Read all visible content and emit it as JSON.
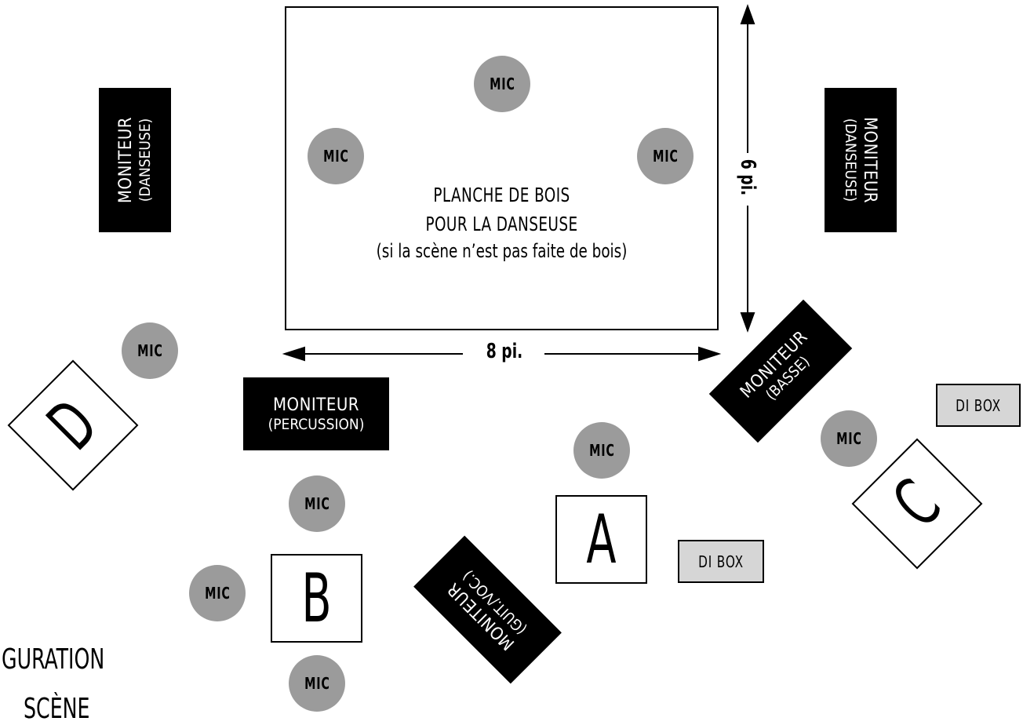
{
  "stage": {
    "title_line1": "PLANCHE DE BOIS",
    "title_line2": "POUR LA DANSEUSE",
    "subtitle": "(si la scène n’est pas faite de bois)"
  },
  "dimensions": {
    "width_label": "8 pi.",
    "depth_label": "6 pi."
  },
  "mic_label": "MIC",
  "monitors": {
    "left_dancer": {
      "main": "MONITEUR",
      "sub": "(DANSEUSE)"
    },
    "right_dancer": {
      "main": "MONITEUR",
      "sub": "(DANSEUSE)"
    },
    "bass": {
      "main": "MONITEUR",
      "sub": "(BASSE)"
    },
    "percussion": {
      "main": "MONITEUR",
      "sub": "(PERCUSSION)"
    },
    "guitar_voice": {
      "main": "MONITEUR",
      "sub": "(GUIT./VOC.)"
    }
  },
  "positions": {
    "a": "A",
    "b": "B",
    "c": "C",
    "d": "D"
  },
  "di_box_label": "DI BOX",
  "config_title": {
    "line1": "GURATION",
    "line2": "SCÈNE"
  },
  "colors": {
    "mic_fill": "#9b9b9b",
    "monitor_fill": "#000000",
    "di_box_fill": "#d6d6d6"
  }
}
